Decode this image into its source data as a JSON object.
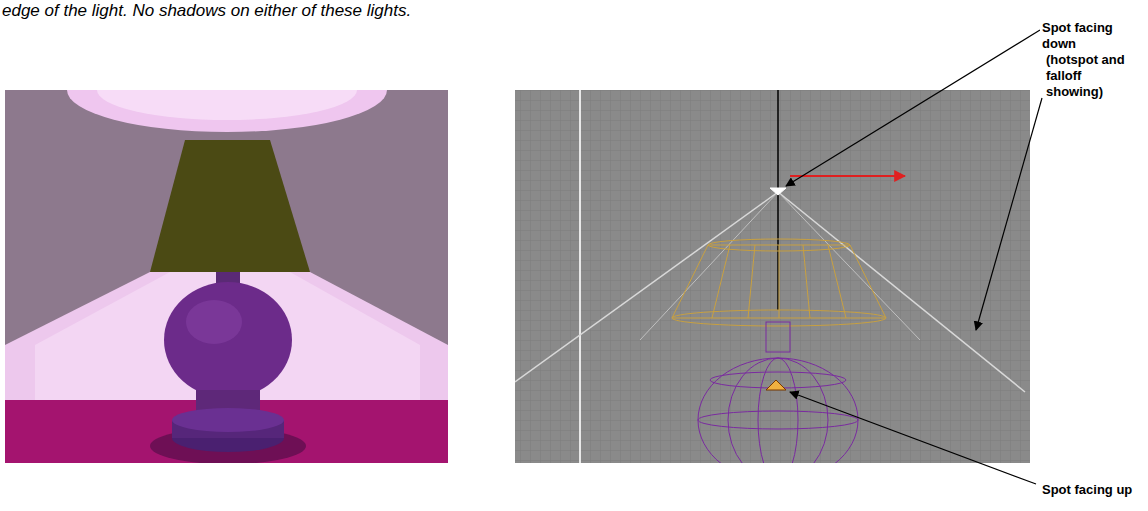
{
  "diagram": {
    "labels": [
      "edge of the light. No shadows on either of these lights.",
      "Spot facing down",
      "(hotspot and falloff showing)",
      "Spot facing up"
    ]
  }
}
